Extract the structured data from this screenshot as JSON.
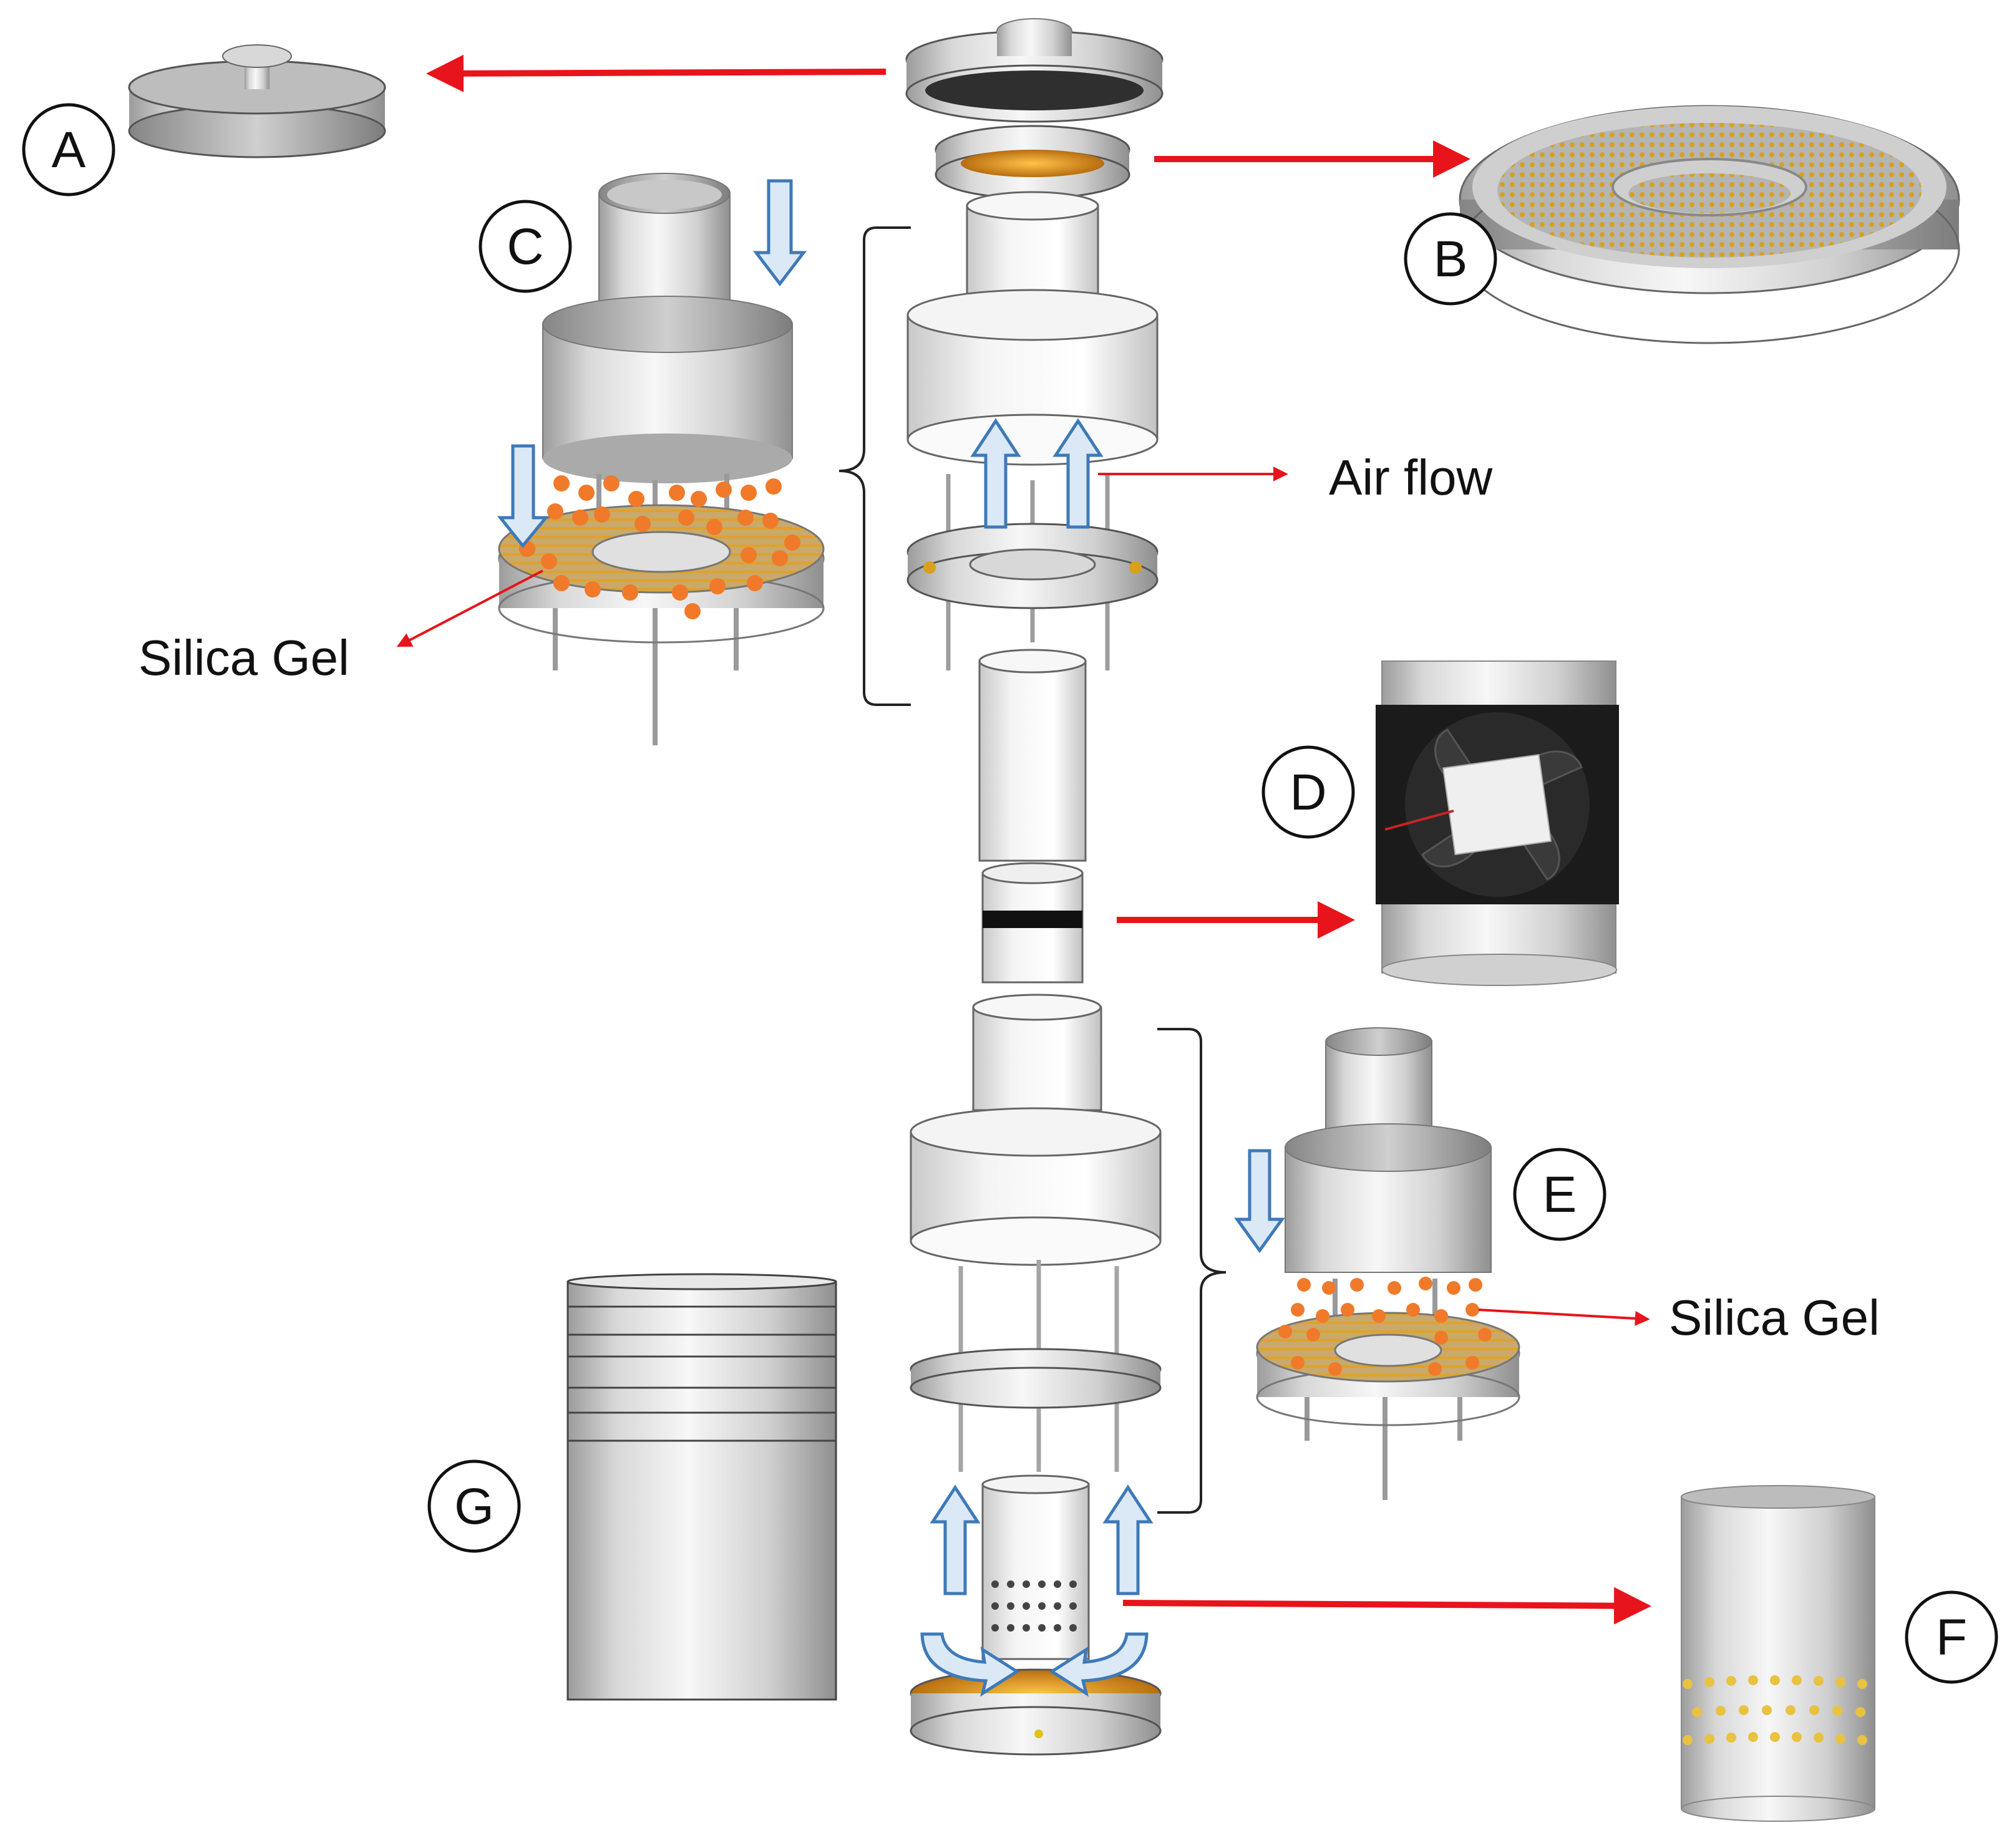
{
  "labels": {
    "A": "A",
    "B": "B",
    "C": "C",
    "D": "D",
    "E": "E",
    "F": "F",
    "G": "G",
    "air_flow": "Air flow",
    "silica_gel_c": "Silica Gel",
    "silica_gel_e": "Silica Gel"
  },
  "colors": {
    "callout_arrow": "#e8141b",
    "flow_arrow_fill": "#dbe9f6",
    "flow_arrow_stroke": "#3e7ab8",
    "metal_light": "#f2f2f2",
    "metal_dark": "#a9a9a9",
    "silica_gel": "#f07a2a",
    "heater_mesh": "#d9a11a"
  }
}
